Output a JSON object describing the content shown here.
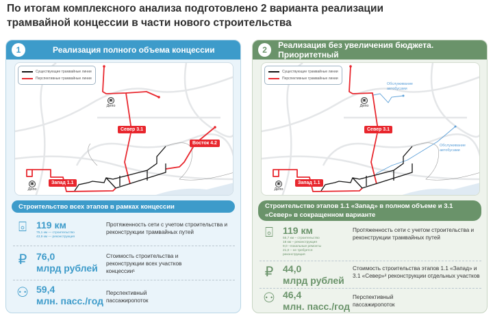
{
  "title_line1": "По итогам комплексного анализа подготовлено 2 варианта реализации",
  "title_line2": "трамвайной концессии в части нового строительства",
  "legend": {
    "existing": "Существующие трамвайные линии",
    "planned": "Перспективные трамвайные линии"
  },
  "colors": {
    "blue": "#3d9bca",
    "green": "#6a936a",
    "red": "#e8262d",
    "bus": "#5b9fd8"
  },
  "variants": [
    {
      "number": "1",
      "title": "Реализация полного объема концессии",
      "map": {
        "labels": {
          "north": "Север 3.1",
          "east": "Восток 4.2",
          "west": "Запад 1.1"
        },
        "depot": "Депо"
      },
      "subtitle": "Строительство всех этапов в рамках концессии",
      "metrics": [
        {
          "icon": "tape-measure-icon",
          "value": "119 км",
          "details": [
            "75,1 км — строительство",
            "43,9 км — реконструкция"
          ],
          "desc": "Протяженность сети с учетом строительства и реконструкции трамвайных путей"
        },
        {
          "icon": "ruble-icon",
          "value": "76,0",
          "unit": "млрд рублей",
          "desc": "Стоимость строительства и реконструкции всех участков концессии¹"
        },
        {
          "icon": "people-icon",
          "value": "59,4",
          "unit": "млн. пасс./год",
          "desc": "Перспективный пассажиропоток"
        }
      ]
    },
    {
      "number": "2",
      "title": "Реализация без увеличения бюджета. Приоритетный",
      "map": {
        "labels": {
          "north": "Север 3.1",
          "west": "Запад 1.1"
        },
        "depot": "Депо",
        "bus": "Обслуживание автобусами"
      },
      "subtitle": "Строительство этапов 1.1 «Запад» в полном объеме и 3.1 «Север» в сокращенном варианте",
      "metrics": [
        {
          "icon": "tape-measure-icon",
          "value": "119 км",
          "details": [
            "55,7 км – строительство",
            "16 км – реконструкция",
            "9,0 –локальные ремонты",
            "21,0 – не требуется реконструкция"
          ],
          "desc": "Протяженность сети с учетом строительства и реконструкции трамвайных путей"
        },
        {
          "icon": "ruble-icon",
          "value": "44,0",
          "unit": "млрд рублей",
          "desc": "Стоимость строительства этапов 1.1 «Запад» и 3.1 «Север»² реконструкции отдельных участков"
        },
        {
          "icon": "people-icon",
          "value": "46,4",
          "unit": "млн. пасс./год",
          "desc": "Перспективный пассажиропоток"
        }
      ]
    }
  ]
}
